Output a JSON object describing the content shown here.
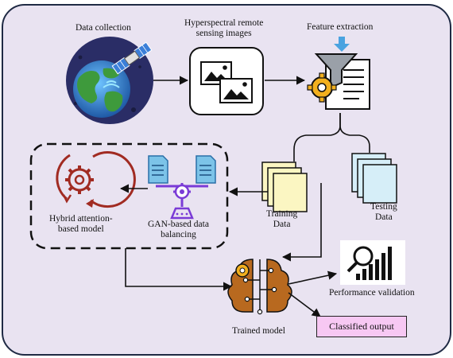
{
  "labels": {
    "data_collection": "Data collection",
    "hyperspectral_line1": "Hyperspectral remote",
    "hyperspectral_line2": "sensing images",
    "feature_extraction": "Feature extraction",
    "training_line1": "Training",
    "training_line2": "Data",
    "testing_line1": "Testing",
    "testing_line2": "Data",
    "hybrid_line1": "Hybrid attention-",
    "hybrid_line2": "based model",
    "gan_line1": "GAN-based data",
    "gan_line2": "balancing",
    "performance_validation": "Performance validation",
    "trained_model": "Trained model",
    "classified_output": "Classified output"
  },
  "colors": {
    "background": "#e9e3f1",
    "training_sheet": "#fbf6c2",
    "testing_sheet": "#d6eef8",
    "output_box": "#f7c8f3",
    "brain_brown": "#b8691f",
    "hybrid_red": "#a12b22",
    "gan_blue": "#7cc3e8"
  },
  "icons": [
    "satellite-earth-icon",
    "image-stack-icon",
    "funnel-gear-document-icon",
    "attention-cycle-gear-icon",
    "balance-scale-gear-icon",
    "brain-circuit-icon",
    "magnifier-bar-chart-icon"
  ]
}
